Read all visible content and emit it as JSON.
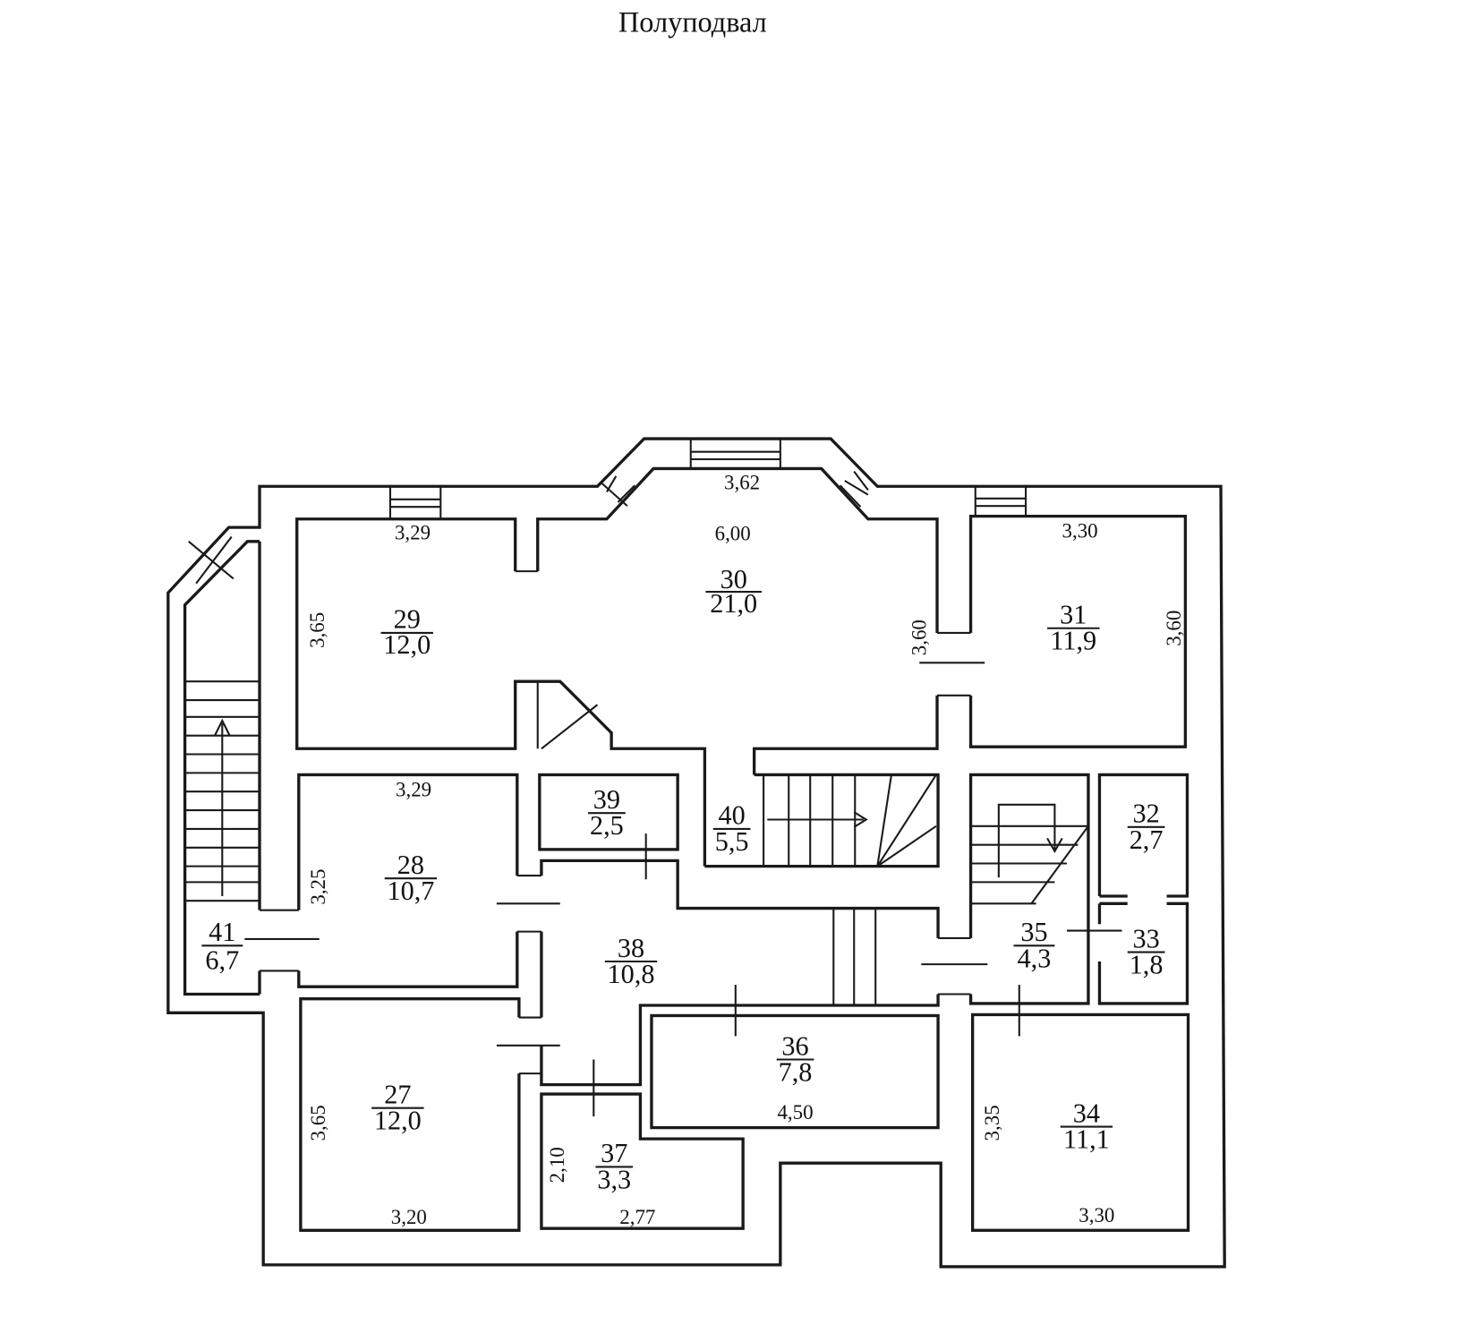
{
  "title": "Полуподвал",
  "rooms": [
    {
      "number": "27",
      "area": "12,0"
    },
    {
      "number": "28",
      "area": "10,7"
    },
    {
      "number": "29",
      "area": "12,0"
    },
    {
      "number": "30",
      "area": "21,0"
    },
    {
      "number": "31",
      "area": "11,9"
    },
    {
      "number": "32",
      "area": "2,7"
    },
    {
      "number": "33",
      "area": "1,8"
    },
    {
      "number": "34",
      "area": "11,1"
    },
    {
      "number": "35",
      "area": "4,3"
    },
    {
      "number": "36",
      "area": "7,8"
    },
    {
      "number": "37",
      "area": "3,3"
    },
    {
      "number": "38",
      "area": "10,8"
    },
    {
      "number": "39",
      "area": "2,5"
    },
    {
      "number": "40",
      "area": "5,5"
    },
    {
      "number": "41",
      "area": "6,7"
    }
  ],
  "dimensions": {
    "d29_top": "3,29",
    "d29_left": "3,65",
    "d30_bay": "3,62",
    "d30_width": "6,00",
    "d30_right": "3,60",
    "d31_top": "3,30",
    "d31_right": "3,60",
    "d28_top": "3,29",
    "d28_left": "3,25",
    "d27_left": "3,65",
    "d27_bottom": "3,20",
    "d37_left": "2,10",
    "d37_bottom": "2,77",
    "d36_bottom": "4,50",
    "d34_left": "3,35",
    "d34_bottom": "3,30"
  }
}
